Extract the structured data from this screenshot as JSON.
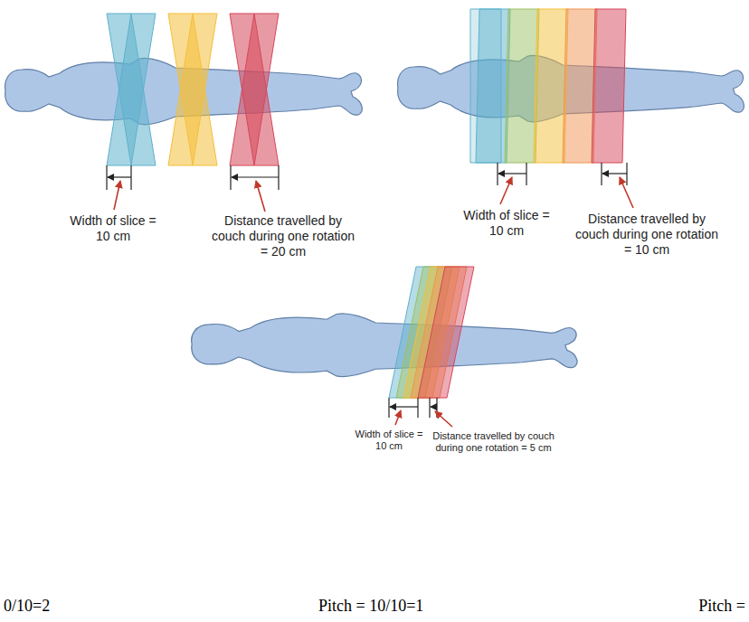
{
  "diagram": {
    "labels": [
      "Width of slice = 10 cm",
      "Distance travelled by couch during one rotation = 20 cm",
      "Width of slice = 10 cm",
      "Distance travelled by couch during one rotation = 10 cm",
      "Width of slice = 10 cm",
      "Distance travelled by couch during one rotation = 5 cm",
      "0/10=2",
      "Pitch = 10/10=1",
      "Pitch ="
    ]
  }
}
